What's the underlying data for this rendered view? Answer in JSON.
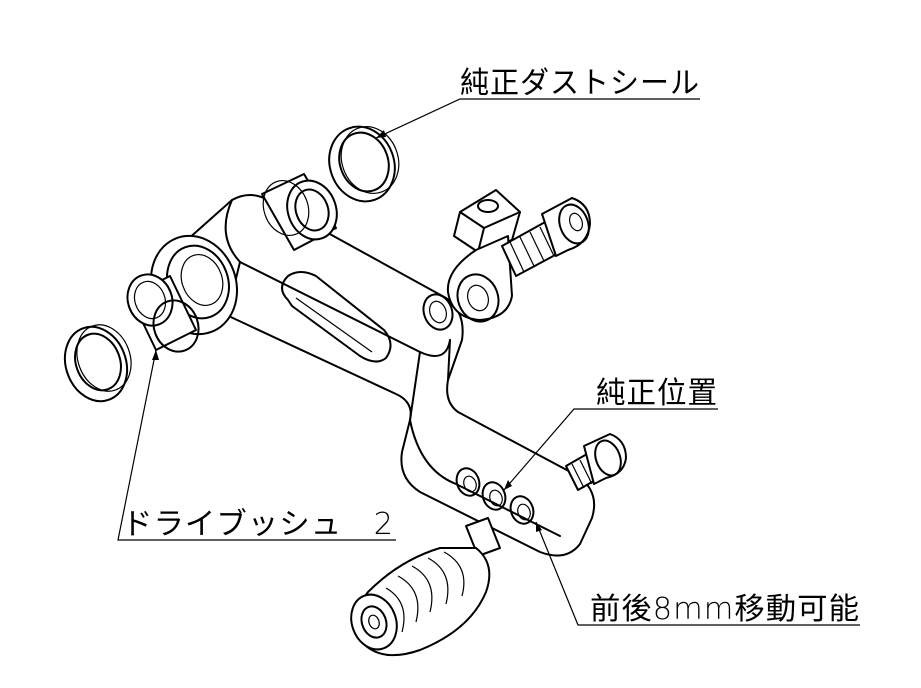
{
  "labels": {
    "dust_seal": "純正ダストシール",
    "stock_position": "純正位置",
    "dry_bush": "ドライブッシュ　2",
    "adjust_range": "前後8mm移動可能"
  }
}
